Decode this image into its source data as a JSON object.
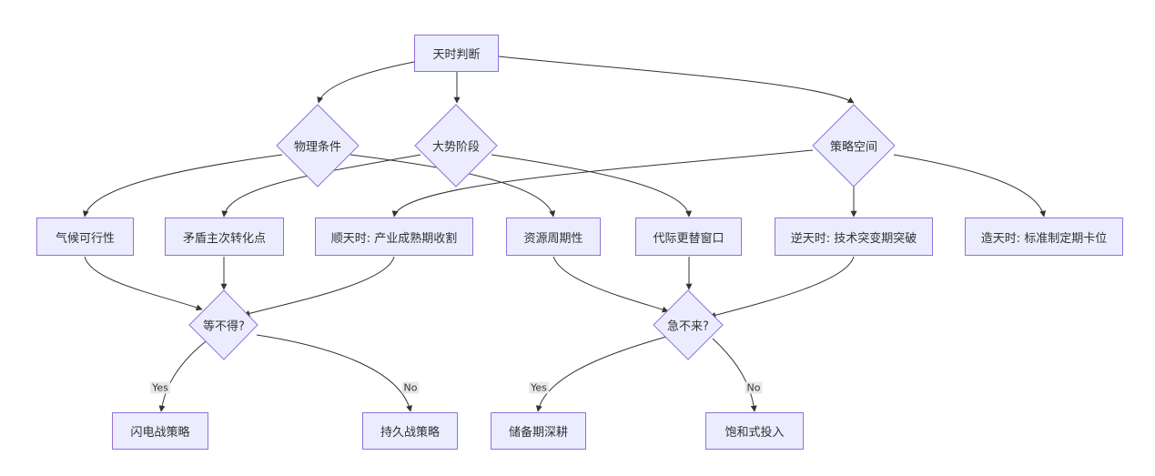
{
  "nodes": {
    "n_root": "天时判断",
    "n_wuli": "物理条件",
    "n_dashi": "大势阶段",
    "n_celue": "策略空间",
    "n_qihou": "气候可行性",
    "n_maodun": "矛盾主次转化点",
    "n_shuntianshi": "顺天时: 产业成熟期收割",
    "n_ziyuan": "资源周期性",
    "n_daiji": "代际更替窗口",
    "n_nitianshi": "逆天时: 技术突变期突破",
    "n_zaotianshi": "造天时: 标准制定期卡位",
    "n_dengbude": "等不得?",
    "n_jibulai": "急不来?",
    "n_shandian": "闪电战策略",
    "n_chijiu": "持久战策略",
    "n_chubei": "储备期深耕",
    "n_baohe": "饱和式投入"
  },
  "edge_labels": {
    "yes1": "Yes",
    "no1": "No",
    "yes2": "Yes",
    "no2": "No"
  },
  "colors": {
    "node_fill": "#ececff",
    "node_stroke": "#9370db",
    "edge": "#333333",
    "edge_label_bg": "#e8e8e8"
  }
}
